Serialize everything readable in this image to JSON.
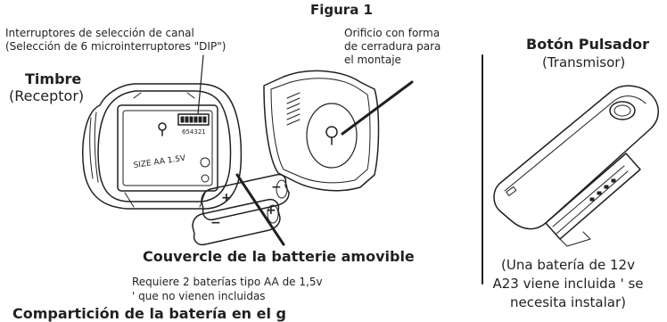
{
  "figure_title": "Figura 1",
  "switch_label": {
    "line1": "Interruptores de selección de canal",
    "line2": "(Selección de 6 microinterruptores \"DIP\")"
  },
  "orifice_label": {
    "line1": "Orificio con forma",
    "line2": "de cerradura para",
    "line3": "el montaje"
  },
  "receiver": {
    "title": "Timbre",
    "subtitle": "(Receptor)"
  },
  "transmitter": {
    "title": "Botón Pulsador",
    "subtitle": "(Transmisor)"
  },
  "cover_label": "Couvercle de la batterie amovible",
  "requirement": {
    "line1": "Requiere 2 baterías tipo AA de 1,5v",
    "line2": "' que no vienen incluidas"
  },
  "transmitter_battery": {
    "line1": "(Una batería de 12v",
    "line2": "A23 viene incluida ' se",
    "line3": "necesita instalar)"
  },
  "device_markings": {
    "dip_numbers": "654321",
    "battery_size": "SIZE AA 1.5V",
    "plus": "+",
    "minus": "−"
  },
  "cut_off_text": "Compartición de la batería en el g"
}
